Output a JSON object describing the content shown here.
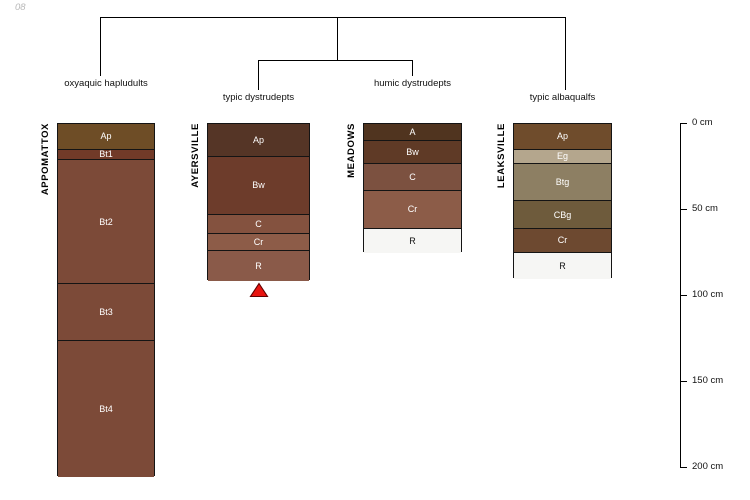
{
  "watermark": "08",
  "depth_axis": {
    "unit": "cm",
    "min_cm": 0,
    "max_cm": 200,
    "ticks": [
      {
        "cm": 0,
        "label": "0 cm"
      },
      {
        "cm": 50,
        "label": "50 cm"
      },
      {
        "cm": 100,
        "label": "100 cm"
      },
      {
        "cm": 150,
        "label": "150 cm"
      },
      {
        "cm": 200,
        "label": "200 cm"
      }
    ]
  },
  "marker": {
    "type": "triangle-up",
    "color": "#e8140f",
    "outline": "#600000",
    "below_profile": "AYERSVILLE"
  },
  "profiles": [
    {
      "series": "APPOMATTOX",
      "classification": "oxyaquic hapludults",
      "horizons": [
        {
          "label": "Ap",
          "top_cm": 0,
          "bottom_cm": 15,
          "color": "#6e4d26"
        },
        {
          "label": "Bt1",
          "top_cm": 15,
          "bottom_cm": 21,
          "color": "#713a28"
        },
        {
          "label": "Bt2",
          "top_cm": 21,
          "bottom_cm": 93,
          "color": "#7c4a38"
        },
        {
          "label": "Bt3",
          "top_cm": 93,
          "bottom_cm": 126,
          "color": "#7c4a38"
        },
        {
          "label": "Bt4",
          "top_cm": 126,
          "bottom_cm": 205,
          "color": "#7c4a38"
        }
      ]
    },
    {
      "series": "AYERSVILLE",
      "classification": "typic dystrudepts",
      "horizons": [
        {
          "label": "Ap",
          "top_cm": 0,
          "bottom_cm": 19,
          "color": "#553526"
        },
        {
          "label": "Bw",
          "top_cm": 19,
          "bottom_cm": 53,
          "color": "#6d3c2b"
        },
        {
          "label": "C",
          "top_cm": 53,
          "bottom_cm": 64,
          "color": "#84523f"
        },
        {
          "label": "Cr",
          "top_cm": 64,
          "bottom_cm": 74,
          "color": "#8d5c48"
        },
        {
          "label": "R",
          "top_cm": 74,
          "bottom_cm": 91,
          "color": "#8a5a49"
        }
      ]
    },
    {
      "series": "MEADOWS",
      "classification": "humic dystrudepts",
      "horizons": [
        {
          "label": "A",
          "top_cm": 0,
          "bottom_cm": 10,
          "color": "#50341f"
        },
        {
          "label": "Bw",
          "top_cm": 10,
          "bottom_cm": 23,
          "color": "#5f3a26"
        },
        {
          "label": "C",
          "top_cm": 23,
          "bottom_cm": 39,
          "color": "#7c5140"
        },
        {
          "label": "Cr",
          "top_cm": 39,
          "bottom_cm": 61,
          "color": "#8c5c48"
        },
        {
          "label": "R",
          "top_cm": 61,
          "bottom_cm": 75,
          "color": "#f6f6f4"
        }
      ]
    },
    {
      "series": "LEAKSVILLE",
      "classification": "typic albaqualfs",
      "horizons": [
        {
          "label": "Ap",
          "top_cm": 0,
          "bottom_cm": 15,
          "color": "#6f4c2c"
        },
        {
          "label": "Eg",
          "top_cm": 15,
          "bottom_cm": 23,
          "color": "#b4a68d"
        },
        {
          "label": "Btg",
          "top_cm": 23,
          "bottom_cm": 45,
          "color": "#8d7f63"
        },
        {
          "label": "CBg",
          "top_cm": 45,
          "bottom_cm": 61,
          "color": "#6e5b3c"
        },
        {
          "label": "Cr",
          "top_cm": 61,
          "bottom_cm": 75,
          "color": "#6d4930"
        },
        {
          "label": "R",
          "top_cm": 75,
          "bottom_cm": 90,
          "color": "#f6f6f4"
        }
      ]
    }
  ]
}
